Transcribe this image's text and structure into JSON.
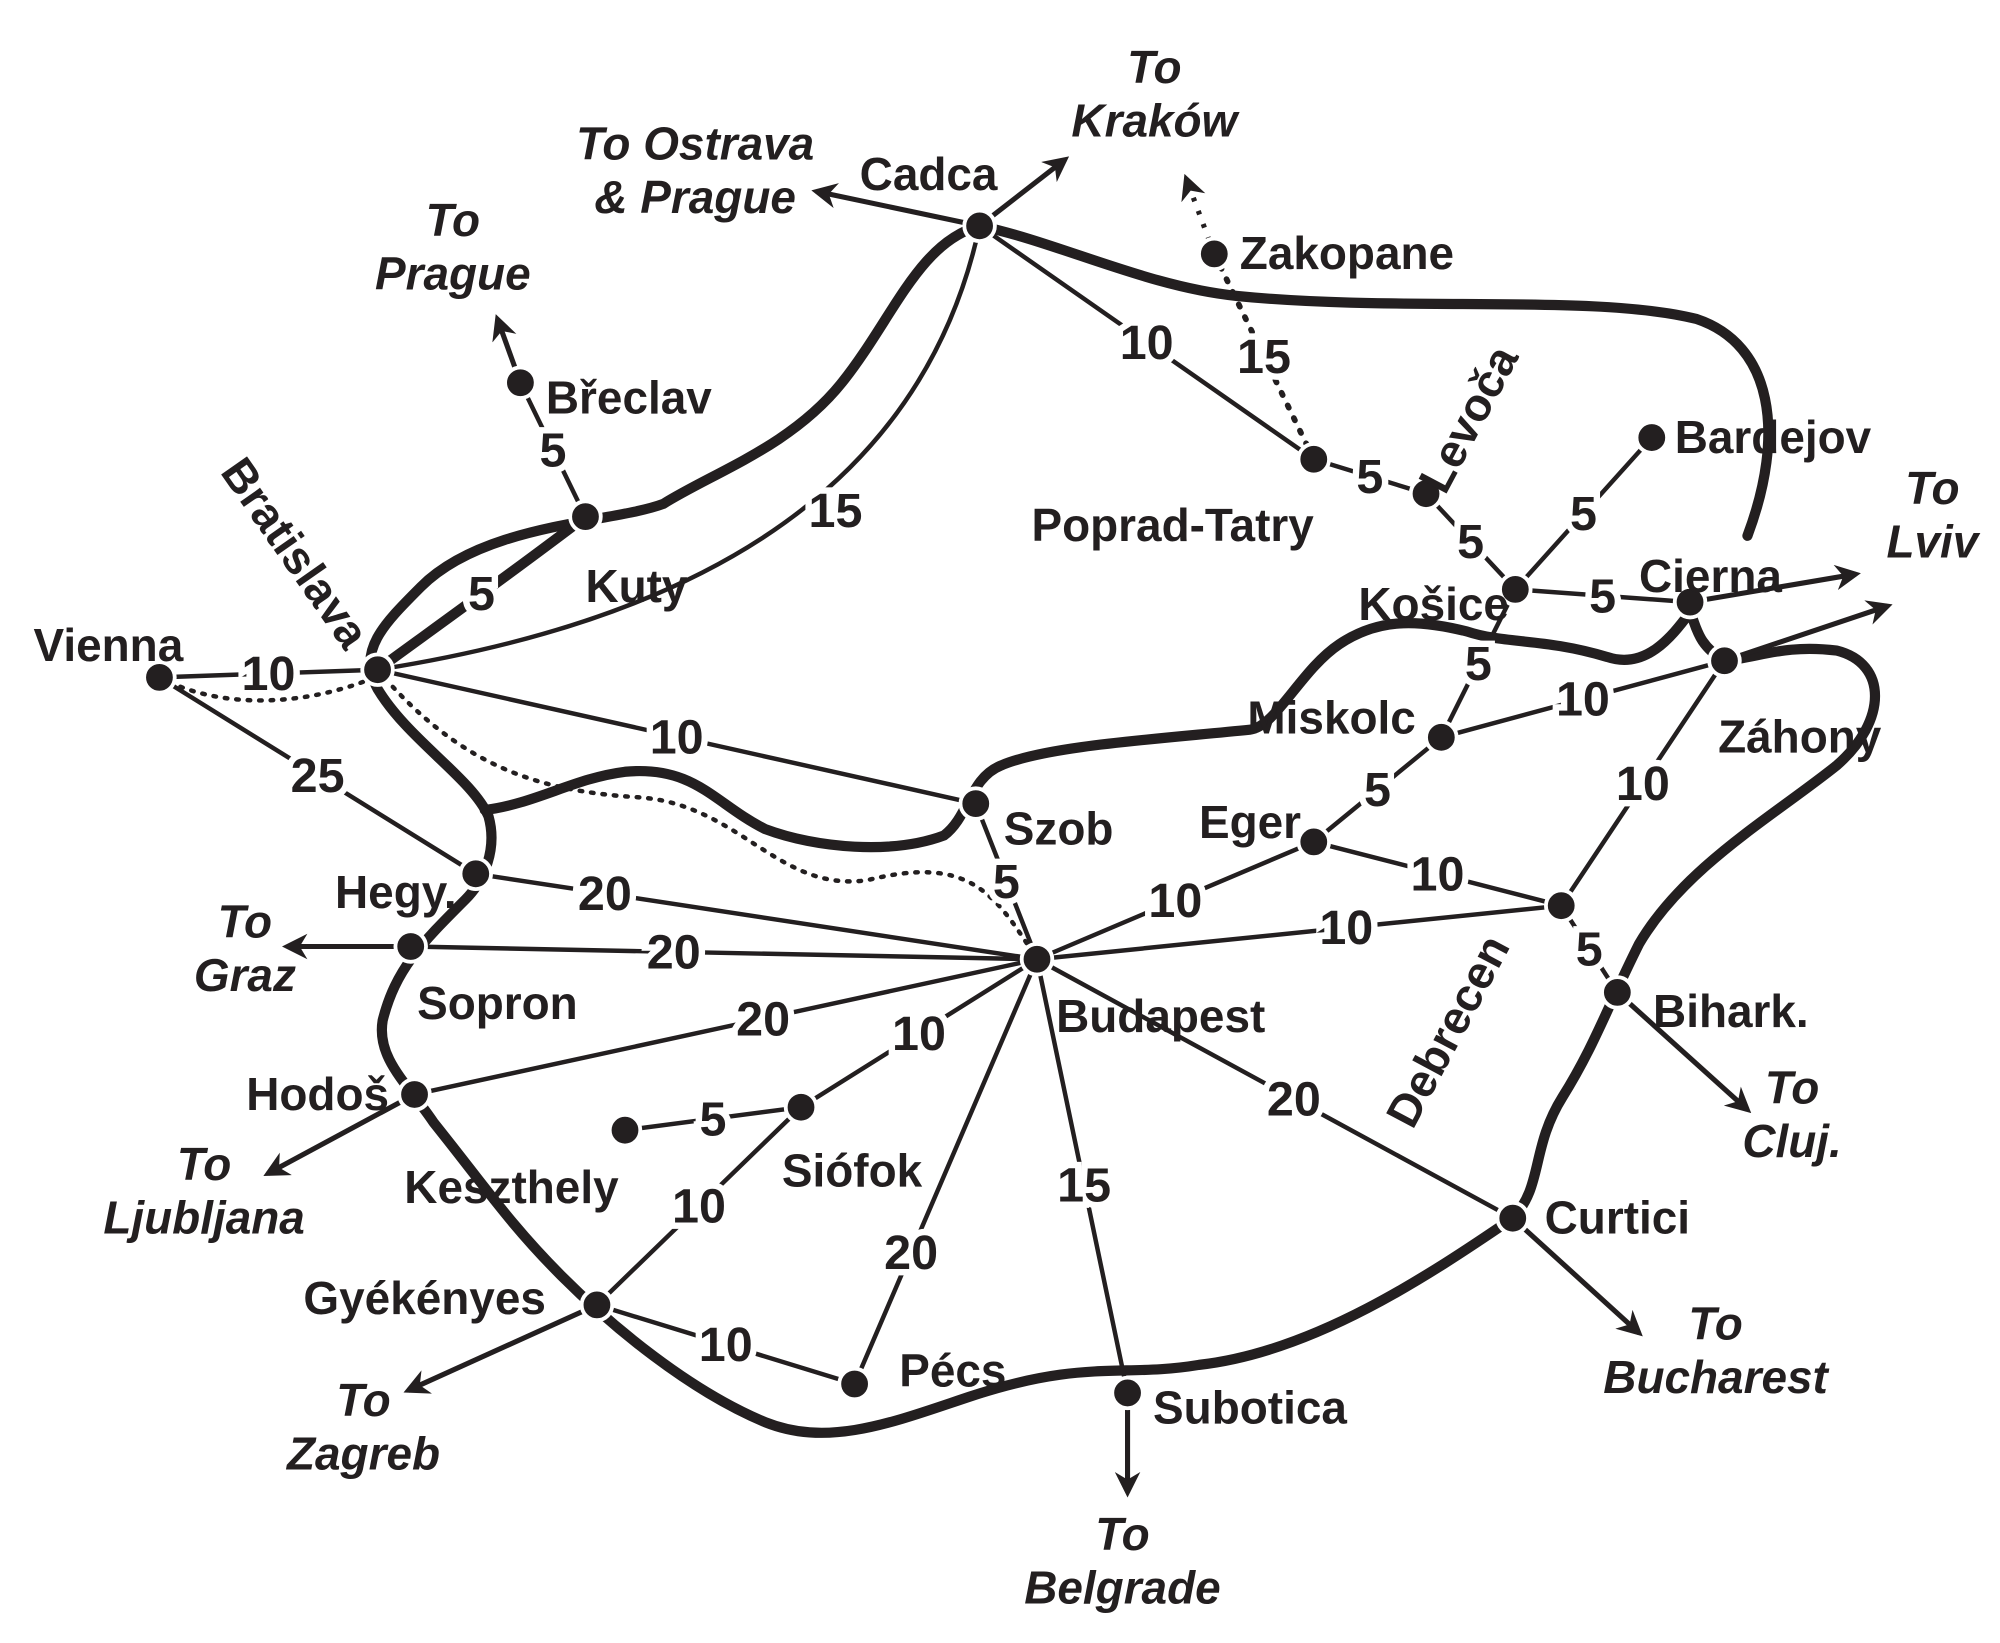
{
  "colors": {
    "ink": "#231f20",
    "background": "#ffffff"
  },
  "stations": [
    {
      "id": "cadca",
      "name": "Cadca"
    },
    {
      "id": "zakopane",
      "name": "Zakopane"
    },
    {
      "id": "breclav",
      "name": "Břeclav"
    },
    {
      "id": "kuty",
      "name": "Kuty"
    },
    {
      "id": "bratislava",
      "name": "Bratislava"
    },
    {
      "id": "vienna",
      "name": "Vienna"
    },
    {
      "id": "poprad",
      "name": "Poprad-Tatry"
    },
    {
      "id": "levoca",
      "name": "Levoča"
    },
    {
      "id": "bardejov",
      "name": "Bardejov"
    },
    {
      "id": "kosice",
      "name": "Košice"
    },
    {
      "id": "cierna",
      "name": "Cierna"
    },
    {
      "id": "zahony",
      "name": "Záhony"
    },
    {
      "id": "miskolc",
      "name": "Miskolc"
    },
    {
      "id": "szob",
      "name": "Szob"
    },
    {
      "id": "eger",
      "name": "Eger"
    },
    {
      "id": "hegy",
      "name": "Hegy."
    },
    {
      "id": "sopron",
      "name": "Sopron"
    },
    {
      "id": "budapest",
      "name": "Budapest"
    },
    {
      "id": "debrecen",
      "name": "Debrecen"
    },
    {
      "id": "bihark",
      "name": "Bihark."
    },
    {
      "id": "hodos",
      "name": "Hodoš"
    },
    {
      "id": "keszthely",
      "name": "Keszthely"
    },
    {
      "id": "siofok",
      "name": "Siófok"
    },
    {
      "id": "gyekenyes",
      "name": "Gyékényes"
    },
    {
      "id": "pecs",
      "name": "Pécs"
    },
    {
      "id": "subotica",
      "name": "Subotica"
    },
    {
      "id": "curtici",
      "name": "Curtici"
    }
  ],
  "connections": [
    {
      "from": "vienna",
      "to": "bratislava",
      "label": "10"
    },
    {
      "from": "vienna",
      "to": "hegy",
      "label": "25"
    },
    {
      "from": "bratislava",
      "to": "kuty",
      "label": "5"
    },
    {
      "from": "kuty",
      "to": "breclav",
      "label": "5"
    },
    {
      "from": "bratislava",
      "to": "cadca",
      "label": "15"
    },
    {
      "from": "cadca",
      "to": "poprad",
      "label": "10"
    },
    {
      "from": "zakopane",
      "to": "poprad",
      "label": "15",
      "style": "dotted"
    },
    {
      "from": "poprad",
      "to": "levoca",
      "label": "5"
    },
    {
      "from": "levoca",
      "to": "kosice",
      "label": "5"
    },
    {
      "from": "kosice",
      "to": "bardejov",
      "label": "5"
    },
    {
      "from": "kosice",
      "to": "cierna",
      "label": "5"
    },
    {
      "from": "kosice",
      "to": "miskolc",
      "label": "5"
    },
    {
      "from": "miskolc",
      "to": "zahony",
      "label": "10"
    },
    {
      "from": "miskolc",
      "to": "eger",
      "label": "5"
    },
    {
      "from": "bratislava",
      "to": "szob",
      "label": "10"
    },
    {
      "from": "szob",
      "to": "budapest",
      "label": "5"
    },
    {
      "from": "hegy",
      "to": "budapest",
      "label": "20"
    },
    {
      "from": "sopron",
      "to": "budapest",
      "label": "20"
    },
    {
      "from": "hodos",
      "to": "budapest",
      "label": "20"
    },
    {
      "from": "budapest",
      "to": "eger",
      "label": "10"
    },
    {
      "from": "eger",
      "to": "debrecen",
      "label": "10"
    },
    {
      "from": "budapest",
      "to": "debrecen",
      "label": "10"
    },
    {
      "from": "debrecen",
      "to": "zahony",
      "label": "10"
    },
    {
      "from": "debrecen",
      "to": "bihark",
      "label": "5"
    },
    {
      "from": "budapest",
      "to": "siofok",
      "label": "10"
    },
    {
      "from": "siofok",
      "to": "keszthely",
      "label": "5"
    },
    {
      "from": "siofok",
      "to": "gyekenyes",
      "label": "10"
    },
    {
      "from": "budapest",
      "to": "pecs",
      "label": "20"
    },
    {
      "from": "gyekenyes",
      "to": "pecs",
      "label": "10"
    },
    {
      "from": "budapest",
      "to": "subotica",
      "label": "15"
    },
    {
      "from": "budapest",
      "to": "curtici",
      "label": "20"
    }
  ],
  "destinations": [
    {
      "id": "ostrava",
      "from": "cadca",
      "lines": [
        "To Ostrava",
        "& Prague"
      ]
    },
    {
      "id": "krakow",
      "from": "cadca",
      "lines": [
        "To",
        "Kraków"
      ]
    },
    {
      "id": "krakow2",
      "from": "zakopane",
      "lines": [],
      "style": "dotted"
    },
    {
      "id": "prague",
      "from": "breclav",
      "lines": [
        "To",
        "Prague"
      ]
    },
    {
      "id": "graz",
      "from": "sopron",
      "lines": [
        "To",
        "Graz"
      ]
    },
    {
      "id": "ljubljana",
      "from": "hodos",
      "lines": [
        "To",
        "Ljubljana"
      ]
    },
    {
      "id": "zagreb",
      "from": "gyekenyes",
      "lines": [
        "To",
        "Zagreb"
      ]
    },
    {
      "id": "belgrade",
      "from": "subotica",
      "lines": [
        "To",
        "Belgrade"
      ]
    },
    {
      "id": "bucharest",
      "from": "curtici",
      "lines": [
        "To",
        "Bucharest"
      ]
    },
    {
      "id": "cluj",
      "from": "bihark",
      "lines": [
        "To",
        "Cluj."
      ]
    },
    {
      "id": "lviv",
      "from": "cierna",
      "lines": [
        "To",
        "Lviv"
      ]
    },
    {
      "id": "lviv2",
      "from": "zahony",
      "lines": []
    }
  ]
}
